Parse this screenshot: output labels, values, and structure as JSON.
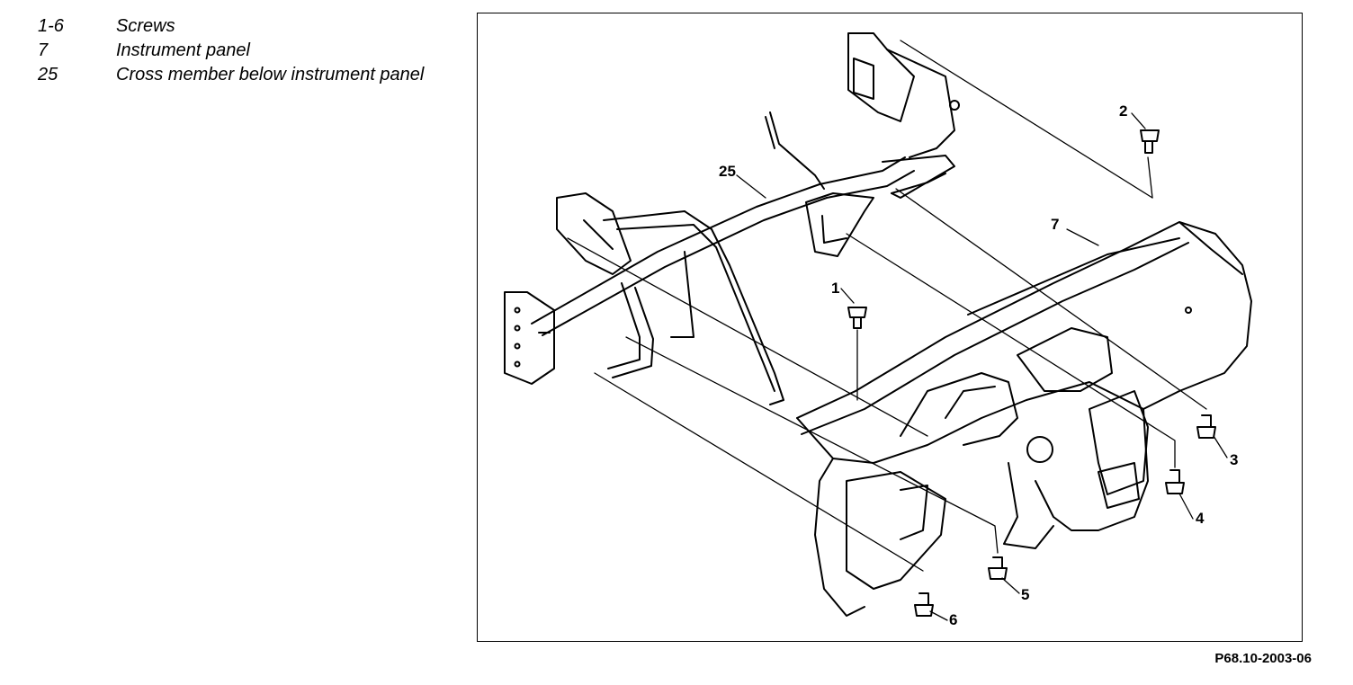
{
  "legend": [
    {
      "key": "1-6",
      "desc": "Screws"
    },
    {
      "key": "7",
      "desc": "Instrument panel"
    },
    {
      "key": "25",
      "desc": "Cross member below instrument panel"
    }
  ],
  "callouts": {
    "c1": "1",
    "c2": "2",
    "c3": "3",
    "c4": "4",
    "c5": "5",
    "c6": "6",
    "c7": "7",
    "c25": "25"
  },
  "figure_code": "P68.10-2003-06"
}
